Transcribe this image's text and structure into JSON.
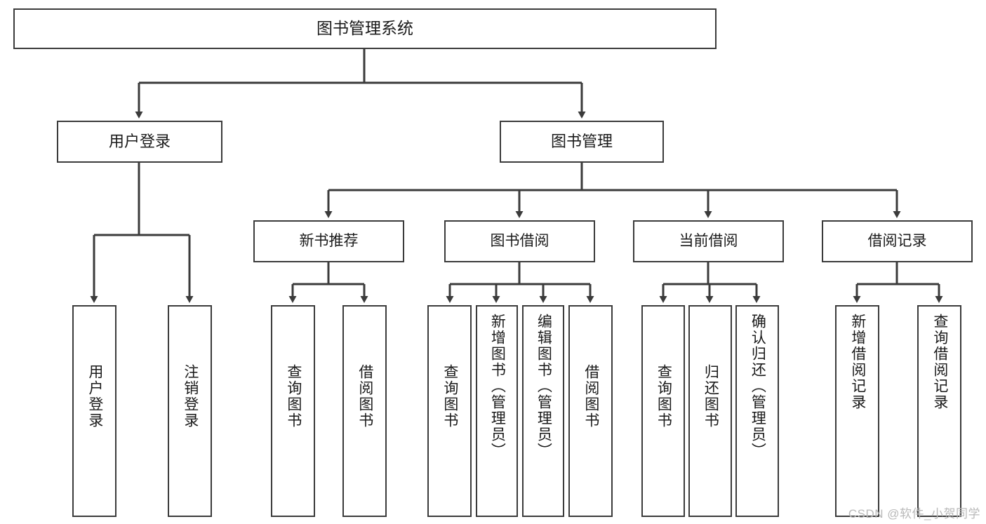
{
  "diagram": {
    "title": "图书管理系统",
    "root": {
      "label": "图书管理系统"
    },
    "level1": [
      {
        "label": "用户登录"
      },
      {
        "label": "图书管理"
      }
    ],
    "level2": [
      {
        "label": "新书推荐"
      },
      {
        "label": "图书借阅"
      },
      {
        "label": "当前借阅"
      },
      {
        "label": "借阅记录"
      }
    ],
    "leaves": {
      "user_login": [
        {
          "label": "用户登录"
        },
        {
          "label": "注销登录"
        }
      ],
      "new_book_recommend": [
        {
          "label": "查询图书"
        },
        {
          "label": "借阅图书"
        }
      ],
      "book_borrow": [
        {
          "label": "查询图书"
        },
        {
          "label": "新增图书（管理员）"
        },
        {
          "label": "编辑图书（管理员）"
        },
        {
          "label": "借阅图书"
        }
      ],
      "current_borrow": [
        {
          "label": "查询图书"
        },
        {
          "label": "归还图书"
        },
        {
          "label": "确认归还（管理员）"
        }
      ],
      "borrow_record": [
        {
          "label": "新增借阅记录"
        },
        {
          "label": "查询借阅记录"
        }
      ]
    }
  },
  "watermark": {
    "text": "CSDN @软件_小贺同学"
  },
  "colors": {
    "stroke": "#3b3b3b",
    "background": "#ffffff",
    "text": "#1a1a1a",
    "watermark": "#b9b9b9"
  }
}
